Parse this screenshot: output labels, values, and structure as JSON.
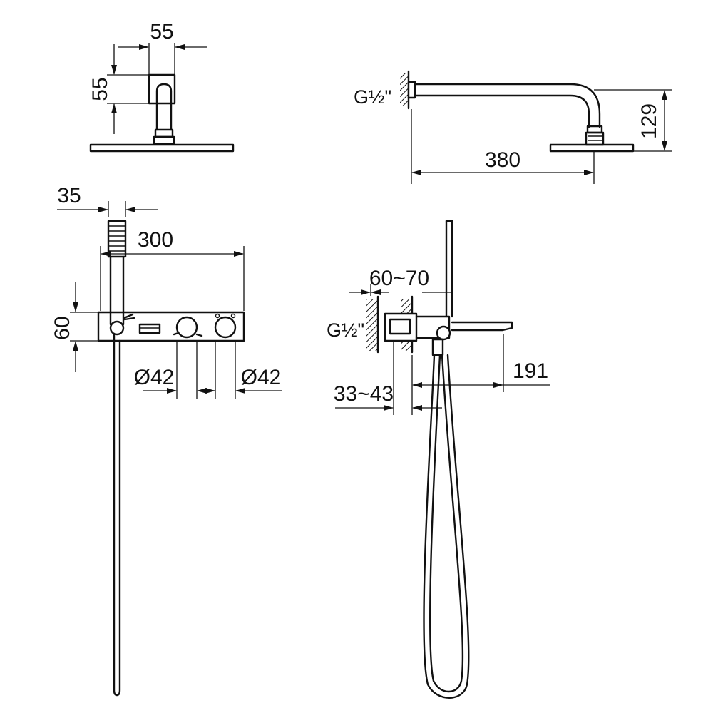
{
  "labels": {
    "head_width": "55",
    "head_height": "55",
    "thread_top": "G½\"",
    "arm_height": "129",
    "arm_length": "380",
    "hand_width": "35",
    "panel_length": "300",
    "panel_height": "60",
    "knob_left_dia": "Ø42",
    "knob_right_dia": "Ø42",
    "wall_depth": "60~70",
    "thread_side": "G½\"",
    "spout_length": "191",
    "depth_range": "33~43"
  },
  "colors": {
    "line": "#111111",
    "background": "#ffffff"
  }
}
